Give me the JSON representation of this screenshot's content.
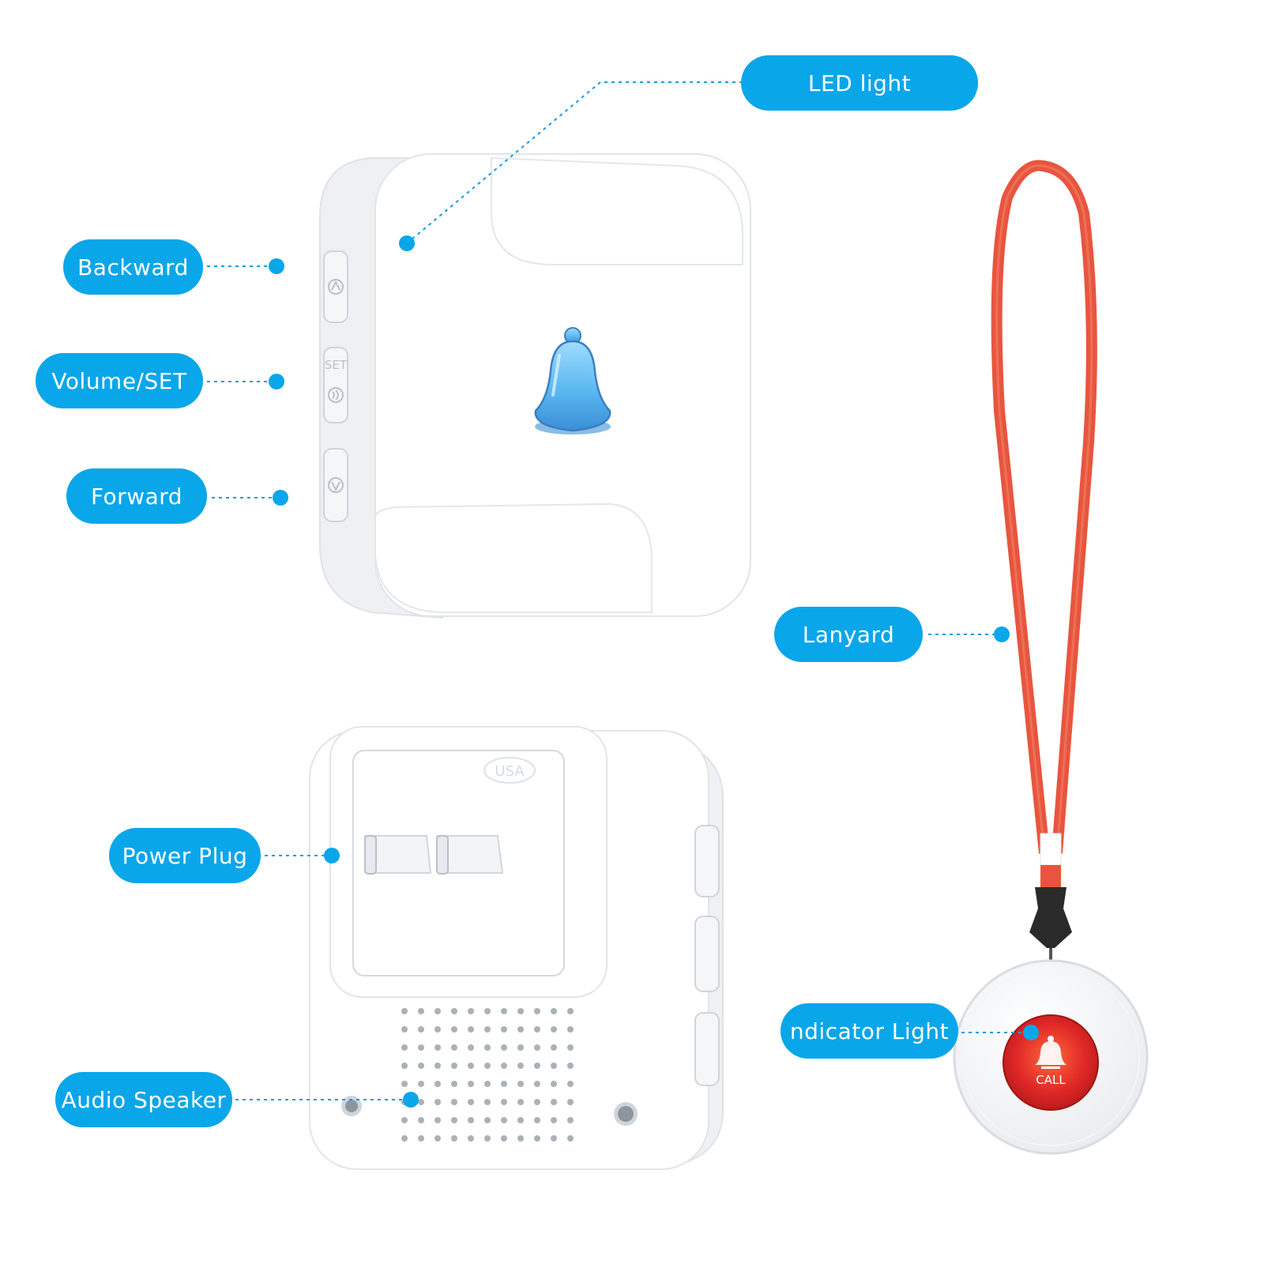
{
  "labels": {
    "led_light": "LED light",
    "backward": "Backward",
    "volume_set": "Volume/SET",
    "forward": "Forward",
    "lanyard": "Lanyard",
    "power_plug": "Power Plug",
    "indicator_light": "ndicator Light",
    "audio_speaker": "Audio Speaker"
  },
  "device_markings": {
    "set_button": "SET",
    "plug_region": "USA",
    "pendant_button": "CALL"
  },
  "colors": {
    "label_fill": "#0aa6ea",
    "label_text": "#ffffff",
    "lanyard": "#e8553e",
    "pendant_button": "#d62b2b",
    "bell_glow": "#5bb8f0"
  },
  "icons": {
    "bell": "bell-icon",
    "call_bell": "bell-icon",
    "arrow_up": "arrow-up-icon",
    "arrow_down": "arrow-down-icon",
    "volume": "volume-icon"
  }
}
